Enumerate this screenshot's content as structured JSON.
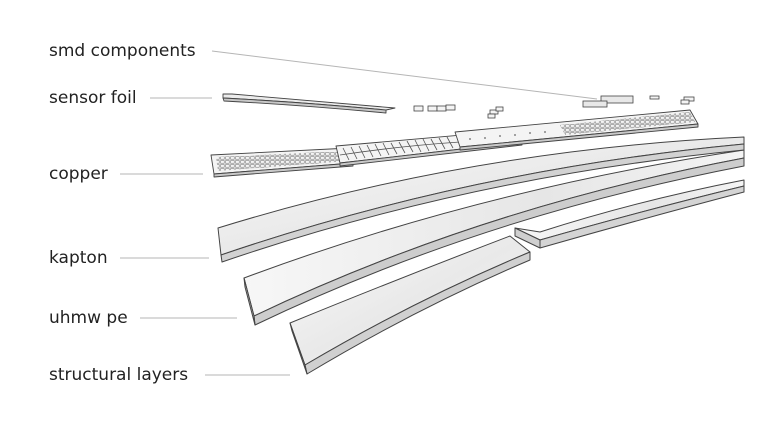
{
  "labels": {
    "smd_components": "smd components",
    "sensor_foil": "sensor foil",
    "copper": "copper",
    "kapton": "kapton",
    "uhmw_pe": "uhmw pe",
    "structural_layers": "structural layers"
  },
  "colors": {
    "text": "#222222",
    "line": "#b5b5b5",
    "outline": "#444444",
    "face": "#f2f2f2",
    "edge": "#bdbdbd",
    "shade": "#d9d9d9"
  }
}
